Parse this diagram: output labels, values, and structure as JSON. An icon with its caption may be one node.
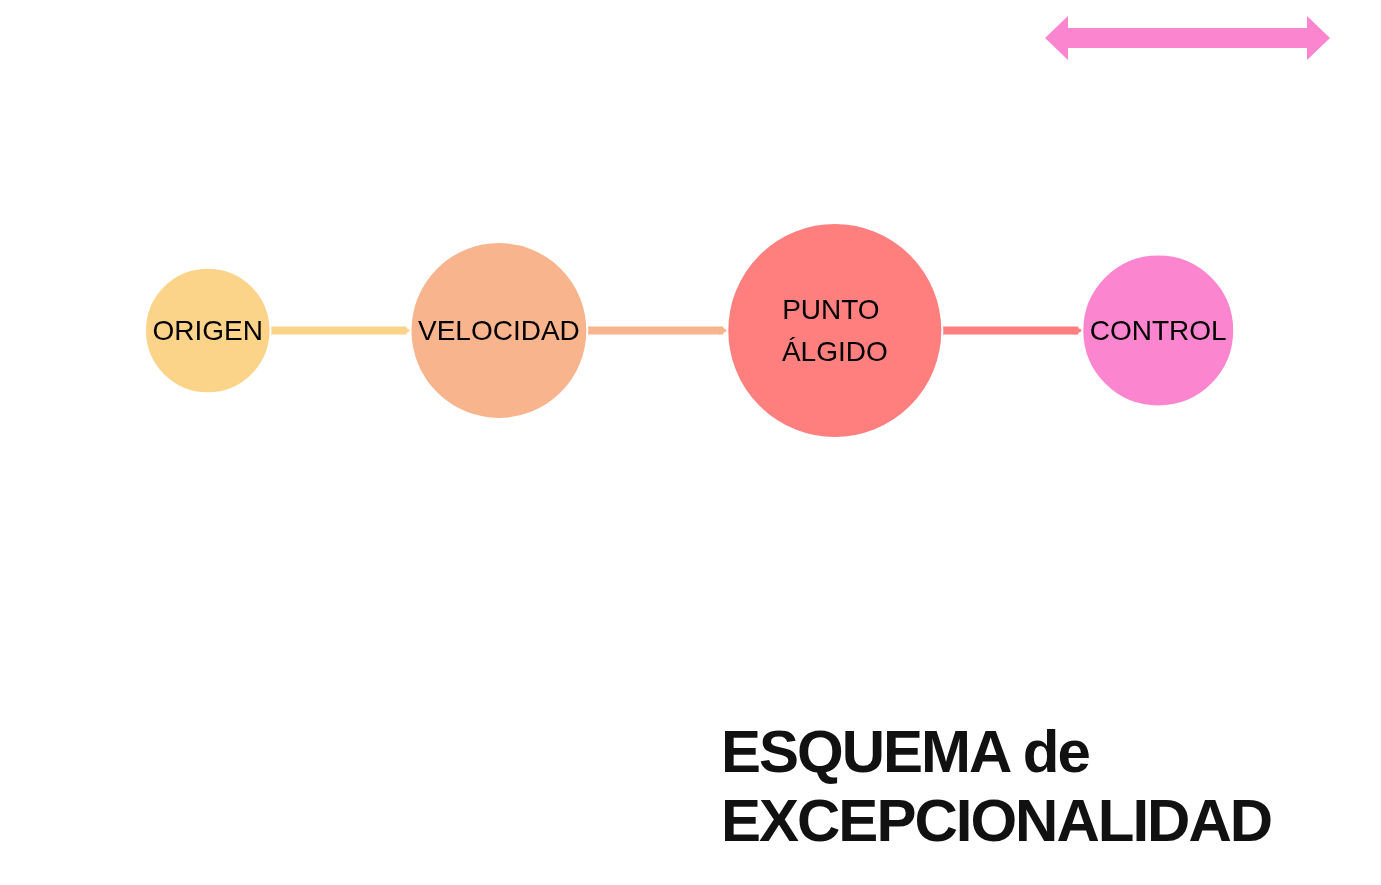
{
  "diagram": {
    "title": "ESQUEMA de EXCEPCIONALIDAD",
    "nodes": [
      {
        "text": [
          "ORIGEN"
        ]
      },
      {
        "text": [
          "VELOCIDAD"
        ]
      },
      {
        "text": [
          "PUNTO ÁLGIDO"
        ]
      },
      {
        "text": [
          "CONTROL"
        ]
      }
    ],
    "edges": [
      {
        "from": 0,
        "to": 1,
        "arrow": "to",
        "color": "#fbd389"
      },
      {
        "from": 1,
        "to": 2,
        "arrow": "to",
        "color": "#f8b48c"
      },
      {
        "from": 2,
        "to": 3,
        "arrow": "to",
        "color": "#ff7f7f"
      }
    ]
  }
}
